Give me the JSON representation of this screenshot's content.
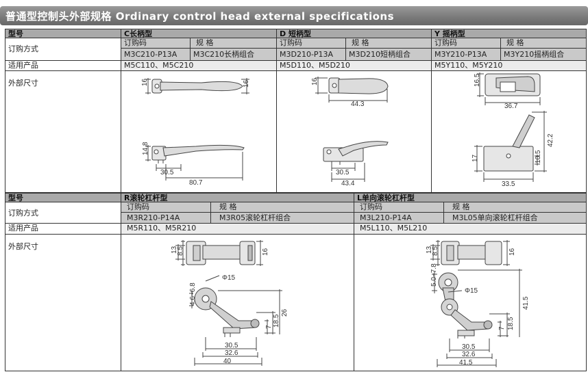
{
  "title": "普通型控制头外部规格 Ordinary control head external specifications",
  "top": {
    "h_model": "型号",
    "h_c": "C长柄型",
    "h_d": "D 短柄型",
    "h_y": "Y 摇柄型",
    "r_order": "订购方式",
    "code_lbl": "订购码",
    "spec_lbl": "规  格",
    "c_code": "M3C210-P13A",
    "c_spec": "M3C210长柄组合",
    "d_code": "M3D210-P13A",
    "d_spec": "M3D210短柄组合",
    "y_code": "M3Y210-P13A",
    "y_spec": "M3Y210摇柄组合",
    "r_apply": "适用产品",
    "c_apply": "M5C110、M5C210",
    "d_apply": "M5D110、M5D210",
    "y_apply": "M5Y110、M5Y210",
    "r_dim": "外部尺寸"
  },
  "bottom": {
    "h_model": "型号",
    "h_r": "R滚轮杠杆型",
    "h_l": "L单向滚轮杠杆型",
    "r_order": "订购方式",
    "code_lbl": "订购码",
    "spec_lbl": "规  格",
    "r_code": "M3R210-P14A",
    "r_spec": "M3R05滚轮杠杆组合",
    "l_code": "M3L210-P14A",
    "l_spec": "M3L05单向滚轮杠杆组合",
    "r_apply": "适用产品",
    "r_apply_val": "M5R110、M5R210",
    "l_apply_val": "M5L110、M5L210",
    "r_dim": "外部尺寸"
  },
  "dims": {
    "c_top_l": "16",
    "c_top_r": "16",
    "c_side_h": "14.8",
    "c_side_a": "30.5",
    "c_side_b": "80.7",
    "d_top_h": "16",
    "d_top_w": "44.3",
    "d_side_a": "30.5",
    "d_side_b": "43.4",
    "y_top_h": "16.5",
    "y_top_w": "36.7",
    "y_side_h1": "17",
    "y_side_h2": "42.2",
    "y_side_h3": "10.5",
    "y_side_w": "33.5",
    "r_top_a": "13",
    "r_top_b": "8.5",
    "r_top_c": "16",
    "r_phi": "Φ15",
    "r_v1": "4.6~6.8",
    "r_h1": "7",
    "r_h2": "18.5",
    "r_h3": "26",
    "r_w1": "30.5",
    "r_w2": "32.6",
    "r_w3": "40",
    "l_top_a": "13",
    "l_top_b": "8.5",
    "l_top_c": "16",
    "l_phi": "Φ15",
    "l_v1": "5.0~7.8",
    "l_h1": "7",
    "l_h2": "18.5",
    "l_h3": "41.5",
    "l_w1": "30.5",
    "l_w2": "32.6",
    "l_w3": "41.5"
  }
}
